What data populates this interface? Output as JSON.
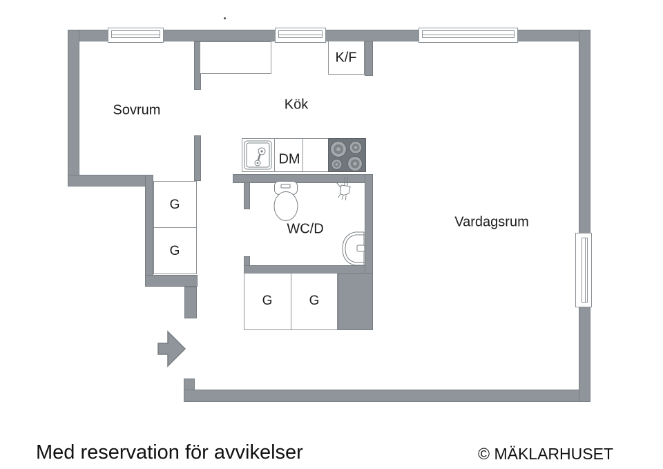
{
  "labels": {
    "sovrum": "Sovrum",
    "kok": "Kök",
    "kf": "K/F",
    "dm": "DM",
    "wcd": "WC/D",
    "vardagsrum": "Vardagsrum",
    "g": [
      "G",
      "G",
      "G",
      "G"
    ]
  },
  "footer": {
    "disclaimer": "Med reservation för avvikelser",
    "copyright": "© MÄKLARHUSET"
  },
  "icons": {
    "entrance_arrow": "right-pointing entrance arrow",
    "window": "double-pane window symbol",
    "toilet": "toilet top view",
    "shower": "hand shower",
    "washbasin": "half-round wall basin",
    "sink": "kitchen sink with faucet",
    "stove": "four-burner stove top"
  },
  "colors": {
    "wall": "#8f959a",
    "wall_edge": "#777d81",
    "outline": "#8d9296",
    "stove": "#70767b",
    "stove_edge": "#5d6367",
    "burner_outer": "#a2a8ac",
    "burner_inner": "#7c8286",
    "fixture": "#7a8084",
    "text": "#1c1c1c",
    "bg": "#ffffff"
  }
}
